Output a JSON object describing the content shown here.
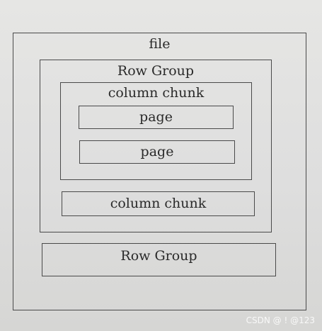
{
  "diagram": {
    "file_label": "file",
    "row_groups": [
      {
        "label": "Row Group",
        "column_chunks": [
          {
            "label": "column chunk",
            "pages": [
              "page",
              "page"
            ]
          },
          {
            "label": "column chunk",
            "pages": []
          }
        ]
      },
      {
        "label": "Row Group",
        "column_chunks": []
      }
    ]
  },
  "watermark": "CSDN @ ! @123"
}
